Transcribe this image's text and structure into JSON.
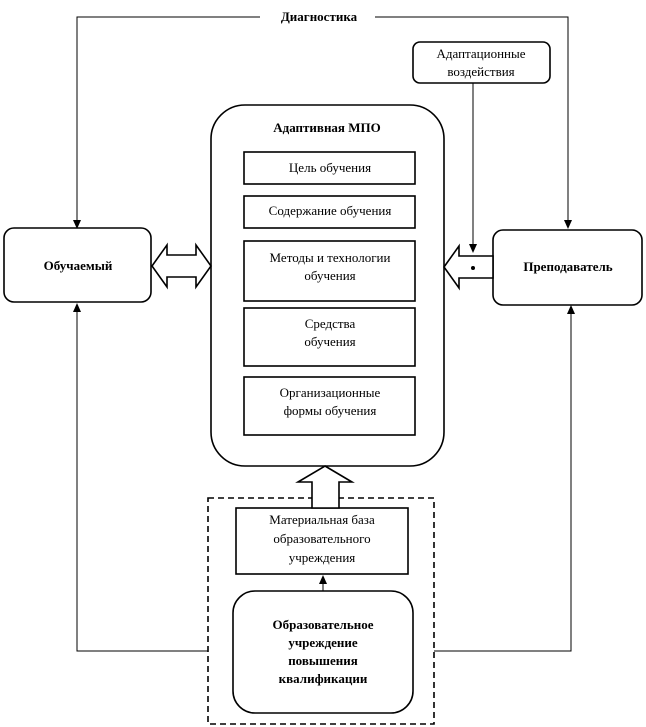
{
  "diagnostics_label": "Диагностика",
  "adaptive_influences": [
    "Адаптационные",
    "воздействия"
  ],
  "learner": "Обучаемый",
  "teacher": "Преподаватель",
  "adaptive_mpo": {
    "title": "Адаптивная МПО",
    "components": [
      [
        "Цель обучения"
      ],
      [
        "Содержание обучения"
      ],
      [
        "Методы и технологии",
        "обучения"
      ],
      [
        "Средства",
        "обучения"
      ],
      [
        "Организационные",
        "формы обучения"
      ]
    ]
  },
  "material_base": [
    "Материальная база",
    "образовательного",
    "учреждения"
  ],
  "institution": [
    "Образовательное",
    "учреждение",
    "повышения",
    "квалификации"
  ]
}
